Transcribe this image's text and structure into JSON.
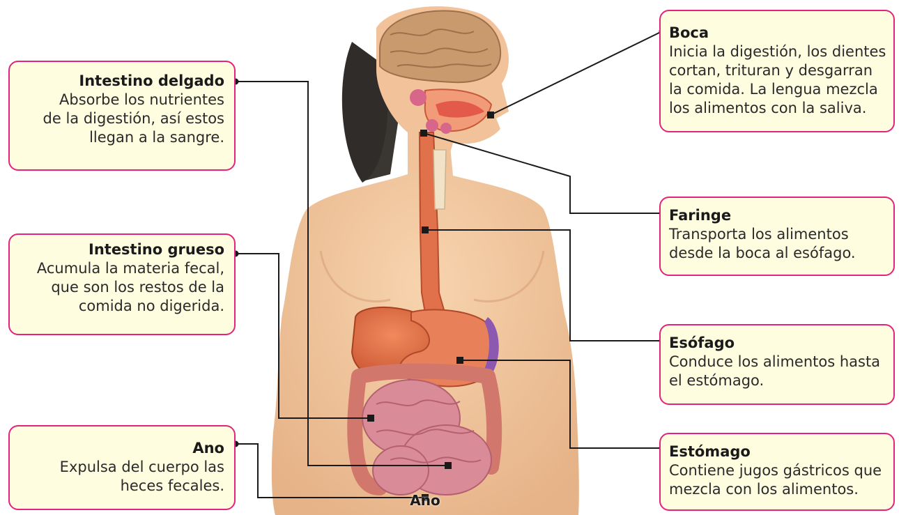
{
  "callouts": {
    "intestino_delgado": {
      "title": "Intestino delgado",
      "desc": "Absorbe los nutrientes\nde la digestión, así estos\nllegan a la sangre."
    },
    "intestino_grueso": {
      "title": "Intestino grueso",
      "desc": "Acumula la materia fecal,\nque son los restos de la\ncomida no digerida."
    },
    "ano": {
      "title": "Ano",
      "desc": "Expulsa del cuerpo las\nheces fecales."
    },
    "boca": {
      "title": "Boca",
      "desc": "Inicia la digestión, los dientes\ncortan, trituran y desgarran\nla comida. La lengua mezcla\nlos alimentos con la saliva."
    },
    "faringe": {
      "title": "Faringe",
      "desc": "Transporta los alimentos\ndesde la boca al esófago."
    },
    "esofago": {
      "title": "Esófago",
      "desc": "Conduce los alimentos hasta\nel estómago."
    },
    "estomago": {
      "title": "Estómago",
      "desc": "Contiene jugos gástricos que\nmezcla con los alimentos."
    }
  },
  "bottom_label": "Ano",
  "colors": {
    "callout_border": "#e4237f",
    "callout_fill": "#fffde0",
    "skin": "#f2c9a0",
    "organ": "#e0714a",
    "intestine": "#d88a95"
  }
}
